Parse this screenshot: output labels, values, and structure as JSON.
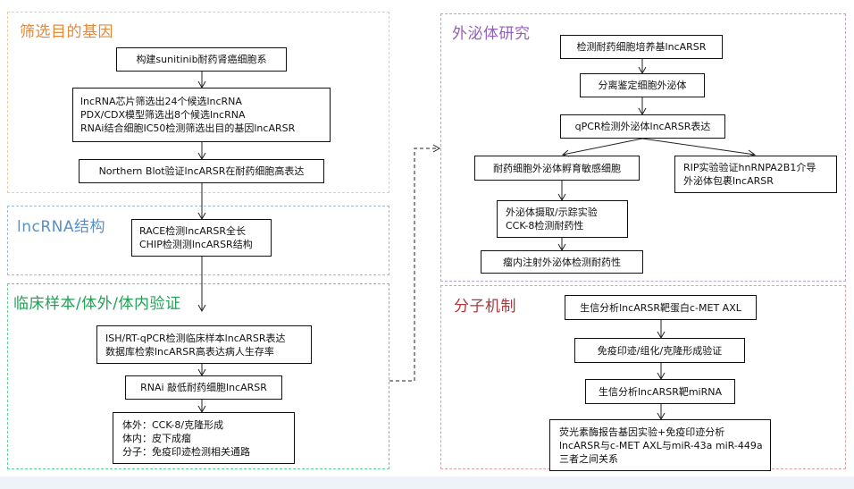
{
  "colors": {
    "screen": "#f0a866",
    "structure": "#8fb2d9",
    "validation": "#3ec77d",
    "exosome": "#b49ac9",
    "mechanism": "#d9898b",
    "screen_title": "#e07f2e",
    "structure_title": "#5b8fc7",
    "validation_title": "#1f9a50",
    "exosome_title": "#8e55b8",
    "mechanism_title": "#b03a40"
  },
  "sections": {
    "screen": {
      "title": "筛选目的基因",
      "boxes": [
        {
          "lines": [
            "构建sunitinib耐药肾癌细胞系"
          ]
        },
        {
          "lines": [
            "lncRNA芯片筛选出24个候选lncRNA",
            "PDX/CDX模型筛选出8个候选lncRNA",
            "RNAi结合细胞IC50检测筛选出目的基因lncARSR"
          ]
        },
        {
          "lines": [
            "Northern Blot验证lncARSR在耐药细胞高表达"
          ]
        }
      ]
    },
    "structure": {
      "title": "lncRNA结构",
      "boxes": [
        {
          "lines": [
            "RACE检测lncARSR全长",
            "CHIP检测测lncARSR结构"
          ]
        }
      ]
    },
    "validation": {
      "title": "临床样本/体外/体内验证",
      "boxes": [
        {
          "lines": [
            "ISH/RT-qPCR检测临床样本lncARSR表达",
            "数据库检索lncARSR高表达病人生存率"
          ]
        },
        {
          "lines": [
            "RNAi 敲低耐药细胞lncARSR"
          ]
        },
        {
          "lines": [
            "体外：CCK-8/克隆形成",
            "体内：皮下成瘤",
            "分子：免疫印迹检测相关通路"
          ]
        }
      ]
    },
    "exosome": {
      "title": "外泌体研究",
      "boxes": [
        {
          "lines": [
            "检测耐药细胞培养基lncARSR"
          ]
        },
        {
          "lines": [
            "分离鉴定细胞外泌体"
          ]
        },
        {
          "lines": [
            "qPCR检测外泌体lncARSR表达"
          ]
        },
        {
          "lines": [
            "耐药细胞外泌体孵育敏感细胞"
          ]
        },
        {
          "lines": [
            "RIP实验验证hnRNPA2B1介导",
            "外泌体包裹lncARSR"
          ]
        },
        {
          "lines": [
            "外泌体摄取/示踪实验",
            "CCK-8检测耐药性"
          ]
        },
        {
          "lines": [
            "瘤内注射外泌体检测耐药性"
          ]
        }
      ]
    },
    "mechanism": {
      "title": "分子机制",
      "boxes": [
        {
          "lines": [
            "生信分析lncARSR靶蛋白c-MET  AXL"
          ]
        },
        {
          "lines": [
            "免疫印迹/组化/克隆形成验证"
          ]
        },
        {
          "lines": [
            "生信分析lncARSR靶miRNA"
          ]
        },
        {
          "lines": [
            "荧光素酶报告基因实验+免疫印迹分析",
            "lncARSR与c-MET AXL与miR-43a miR-449a",
            "三者之间关系"
          ]
        }
      ]
    }
  }
}
